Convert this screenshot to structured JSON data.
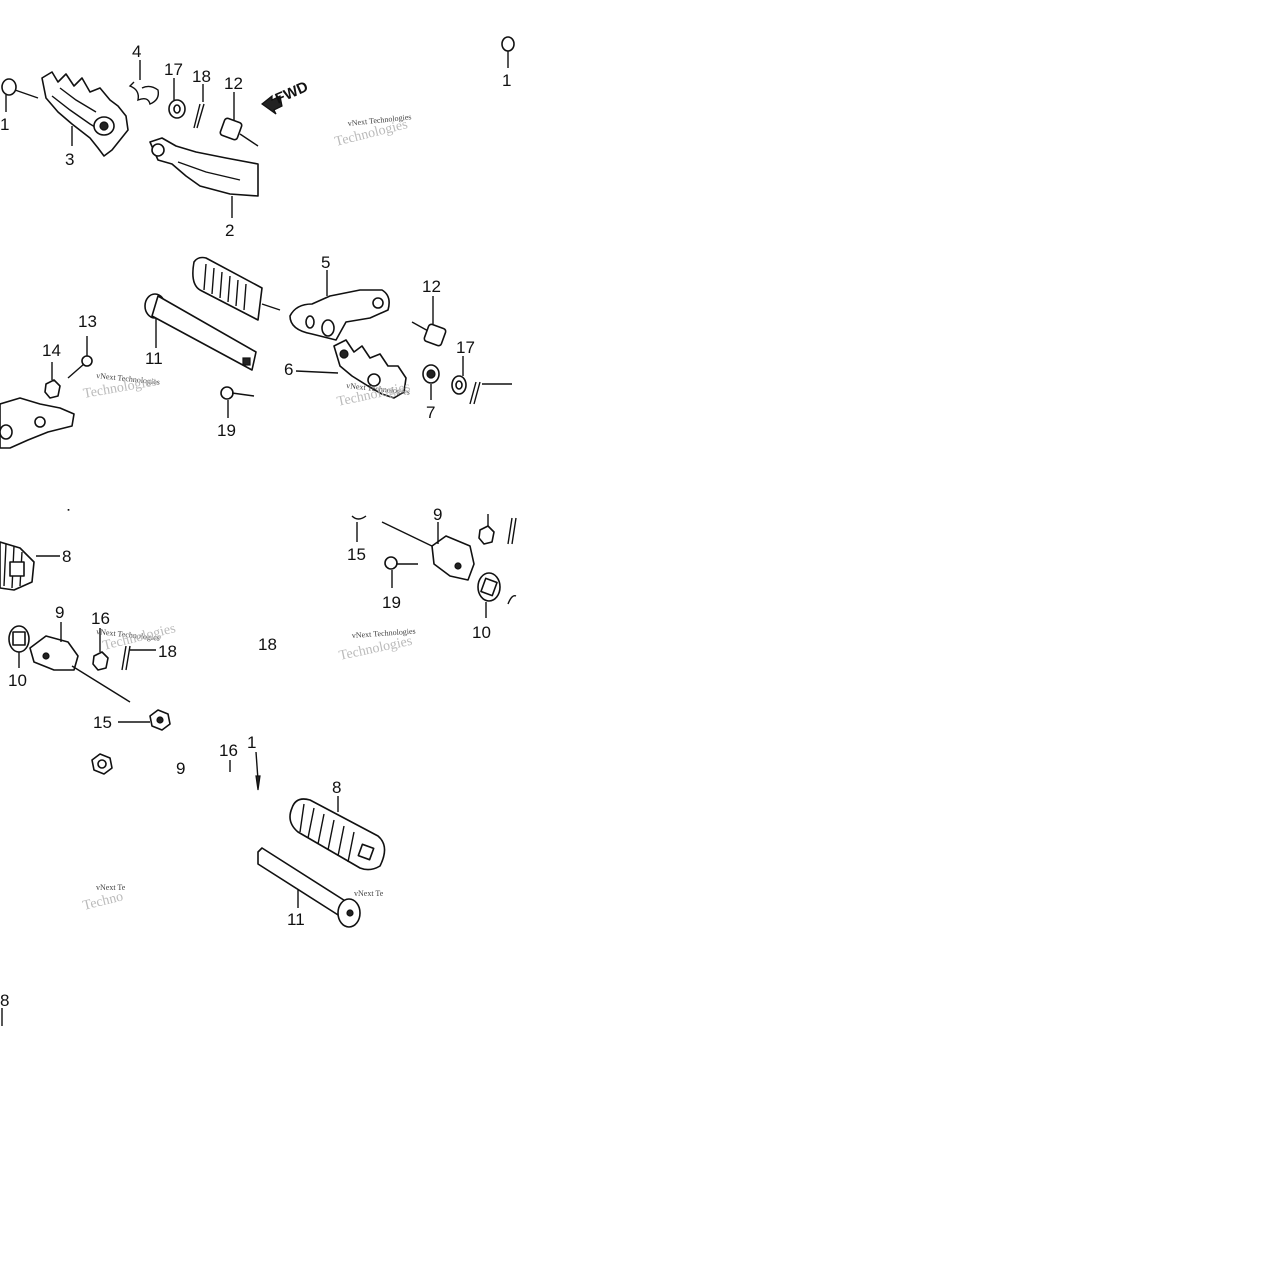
{
  "labels": {
    "l1a": "1",
    "l1b": "1",
    "l1c": "1",
    "l2": "2",
    "l3": "3",
    "l4": "4",
    "l5": "5",
    "l6": "6",
    "l7": "7",
    "l8a": "8",
    "l8b": "8",
    "l8c": "8",
    "l9a": "9",
    "l9b": "9",
    "l9c": "9",
    "l10a": "10",
    "l10b": "10",
    "l11a": "11",
    "l11b": "11",
    "l12a": "12",
    "l12b": "12",
    "l13": "13",
    "l14": "14",
    "l15a": "15",
    "l15b": "15",
    "l16a": "16",
    "l16b": "16",
    "l17a": "17",
    "l17b": "17",
    "l18a": "18",
    "l18b": "18",
    "l18c": "18",
    "l19a": "19",
    "l19b": "19"
  },
  "fwd_label": "FWD",
  "watermark": {
    "line1": "vNext Technologies",
    "line2": "Technologies",
    "partial1": "vNext Te",
    "partial2": "Techno"
  },
  "colors": {
    "ink": "#111111",
    "background": "#ffffff"
  }
}
